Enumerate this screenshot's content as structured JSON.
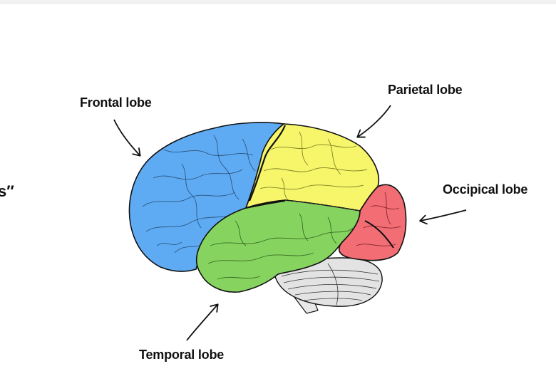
{
  "labels": {
    "frontal": "Frontal lobe",
    "parietal": "Parietal lobe",
    "occipital": "Occipical lobe",
    "temporal": "Temporal lobe"
  },
  "edge_text": "s″",
  "colors": {
    "frontal": "#5fabf3",
    "parietal": "#f7f66a",
    "occipital": "#f36d74",
    "temporal": "#86d45f",
    "cerebellum": "#e3e3e3",
    "outline": "#111111"
  }
}
